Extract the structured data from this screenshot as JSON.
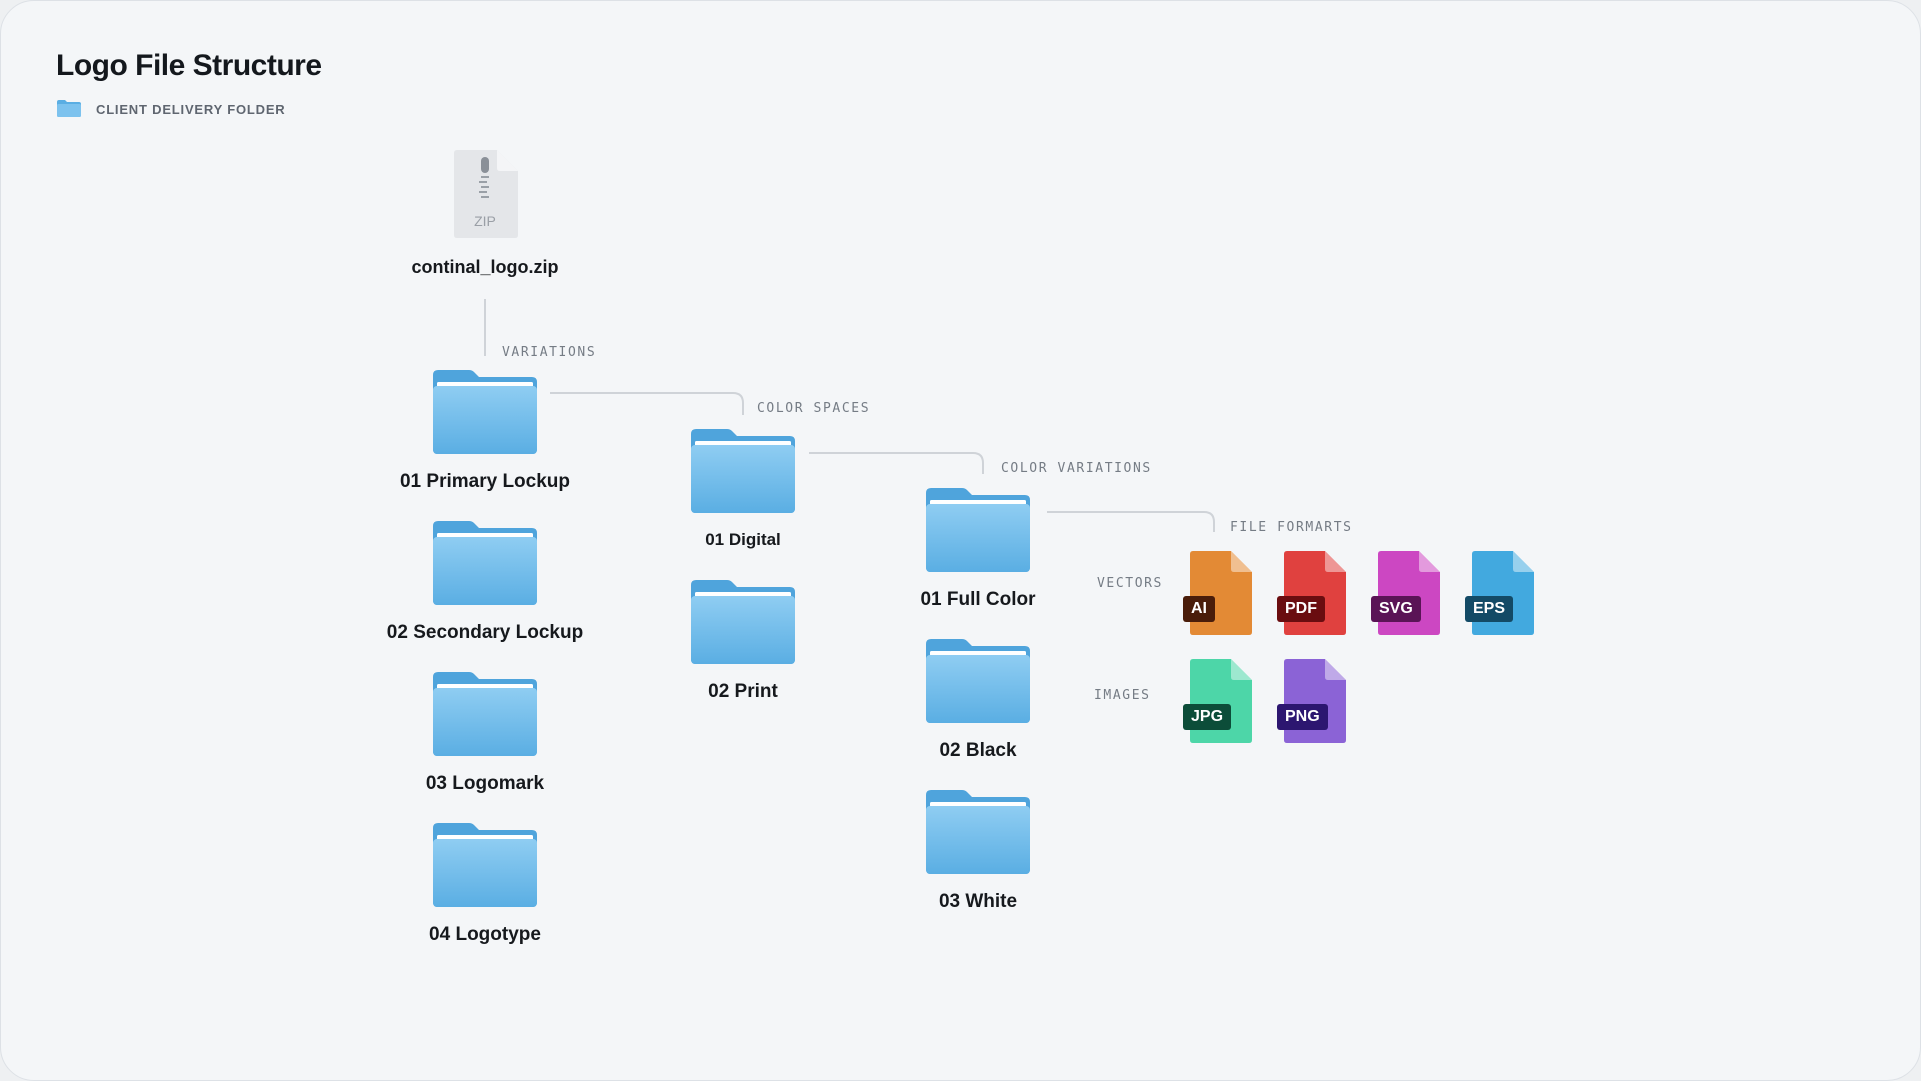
{
  "header": {
    "title": "Logo File Structure",
    "subtitle": "CLIENT DELIVERY FOLDER"
  },
  "archive": {
    "filename": "continal_logo.zip",
    "badge": "ZIP"
  },
  "sections": {
    "variations": "VARIATIONS",
    "color_spaces": "COLOR SPACES",
    "color_variations": "COLOR VARIATIONS",
    "file_formats": "FILE FORMARTS",
    "vectors": "VECTORS",
    "images": "IMAGES"
  },
  "variations": [
    {
      "label": "01 Primary Lockup"
    },
    {
      "label": "02 Secondary Lockup"
    },
    {
      "label": "03 Logomark"
    },
    {
      "label": "04 Logotype"
    }
  ],
  "color_spaces": [
    {
      "label": "01 Digital"
    },
    {
      "label": "02 Print"
    }
  ],
  "color_variations": [
    {
      "label": "01 Full Color"
    },
    {
      "label": "02 Black"
    },
    {
      "label": "03 White"
    }
  ],
  "formats": {
    "vectors": [
      {
        "label": "AI",
        "color": "#e38a35",
        "badge_color": "#4a1d0a",
        "icon": "ai-file-icon"
      },
      {
        "label": "PDF",
        "color": "#e0413f",
        "badge_color": "#6a0d10",
        "icon": "pdf-file-icon"
      },
      {
        "label": "SVG",
        "color": "#cc47c2",
        "badge_color": "#5a1456",
        "icon": "svg-file-icon"
      },
      {
        "label": "EPS",
        "color": "#42a9df",
        "badge_color": "#134a66",
        "icon": "eps-file-icon"
      }
    ],
    "images": [
      {
        "label": "JPG",
        "color": "#4dd6a8",
        "badge_color": "#0c4d39",
        "icon": "jpg-file-icon"
      },
      {
        "label": "PNG",
        "color": "#8b63d6",
        "badge_color": "#2c1670",
        "icon": "png-file-icon"
      }
    ]
  },
  "colors": {
    "folder_top": "#8fcdf2",
    "folder_bottom": "#5aaee3",
    "connector": "#cfd3d8"
  }
}
